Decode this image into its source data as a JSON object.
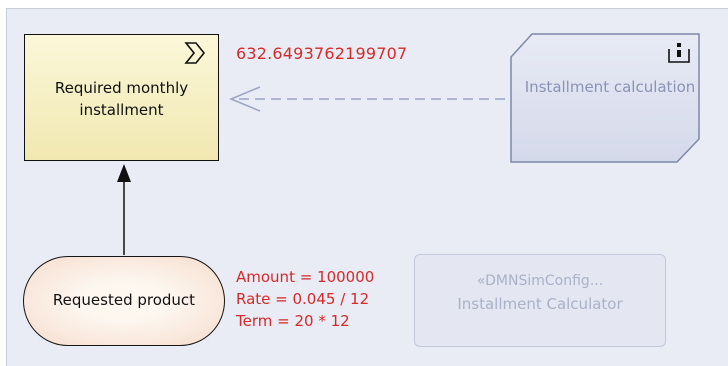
{
  "diagram": {
    "decision": {
      "label": "Required monthly installment"
    },
    "knowledge_model": {
      "label": "Installment calculation"
    },
    "input_data": {
      "label": "Requested product"
    },
    "result_value": "632.6493762199707",
    "input_values": [
      "Amount = 100000",
      "Rate = 0.045 / 12",
      "Term = 20 * 12"
    ],
    "sim_config": {
      "stereotype": "«DMNSimConfig...",
      "name": "Installment Calculator"
    }
  },
  "colors": {
    "background": "#e9ecf4",
    "decision_fill": "#f1e8b1",
    "value_text": "#d42a2a",
    "disabled_text": "#aab1c8",
    "knowledge_text": "#8a93b5"
  }
}
